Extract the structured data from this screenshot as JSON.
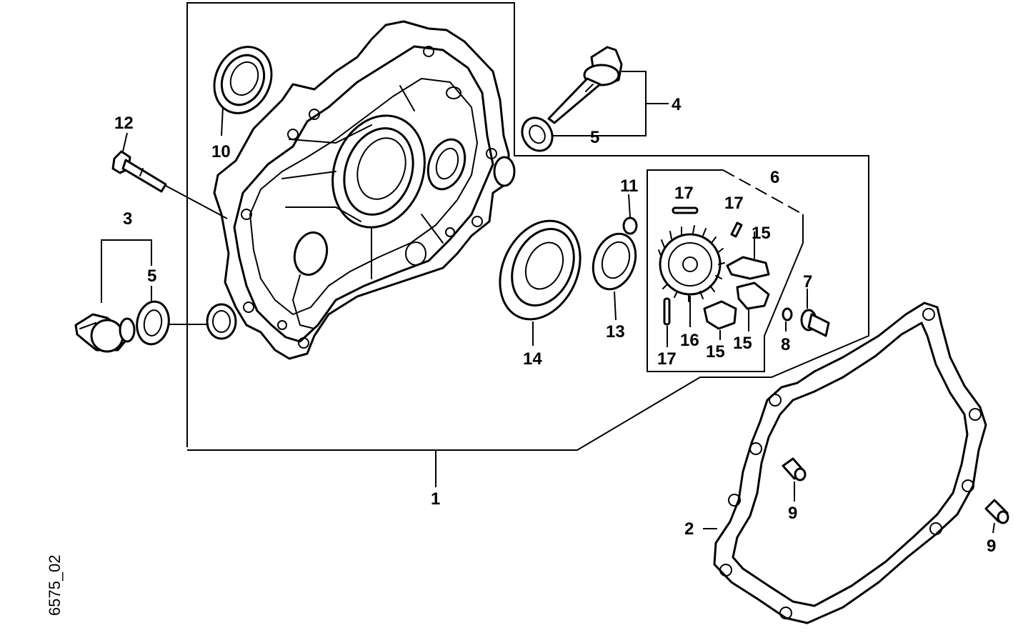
{
  "diagram": {
    "code": "6575_02",
    "callouts": {
      "c1": "1",
      "c2": "2",
      "c3": "3",
      "c4": "4",
      "c5a": "5",
      "c5b": "5",
      "c6": "6",
      "c7": "7",
      "c8": "8",
      "c9a": "9",
      "c9b": "9",
      "c10": "10",
      "c11": "11",
      "c12": "12",
      "c13": "13",
      "c14": "14",
      "c15a": "15",
      "c15b": "15",
      "c15c": "15",
      "c16": "16",
      "c17a": "17",
      "c17b": "17",
      "c17c": "17"
    }
  }
}
